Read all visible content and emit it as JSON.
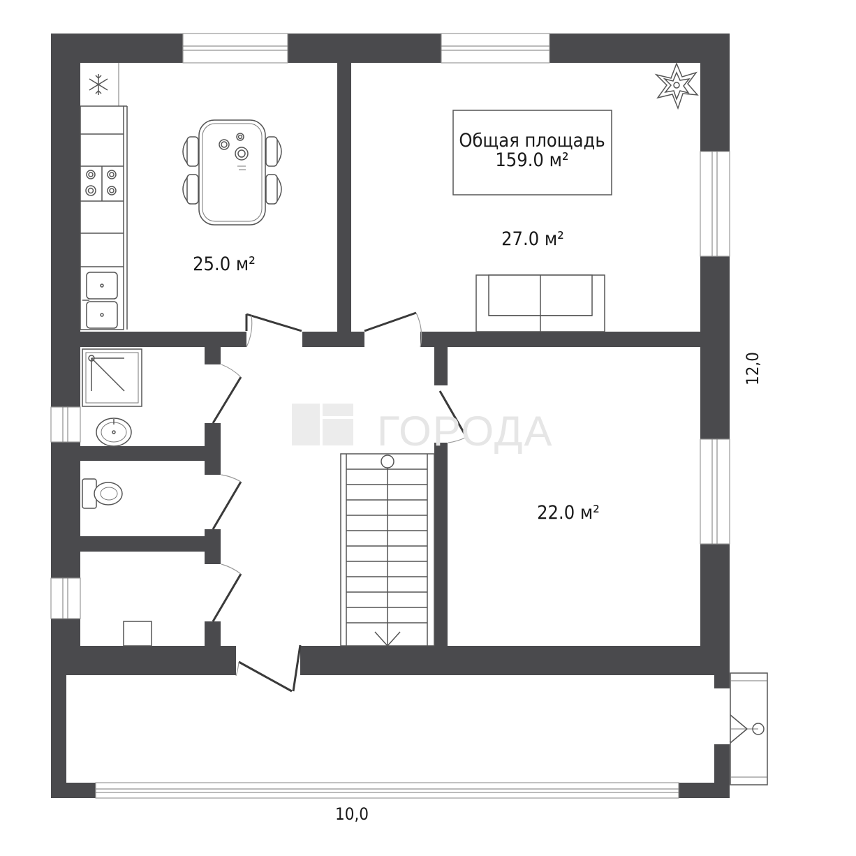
{
  "total_area": {
    "label": "Общая площадь",
    "value": "159.0 м²"
  },
  "rooms": {
    "kitchen": {
      "area": "25.0 м²"
    },
    "living_room": {
      "area": "27.0 м²"
    },
    "bedroom": {
      "area": "22.0 м²"
    }
  },
  "dimensions": {
    "width": "10,0",
    "height": "12,0"
  },
  "watermark": {
    "text": "ГОРОДА"
  },
  "colors": {
    "wall": "#4a4a4d",
    "floor": "#ffffff"
  }
}
